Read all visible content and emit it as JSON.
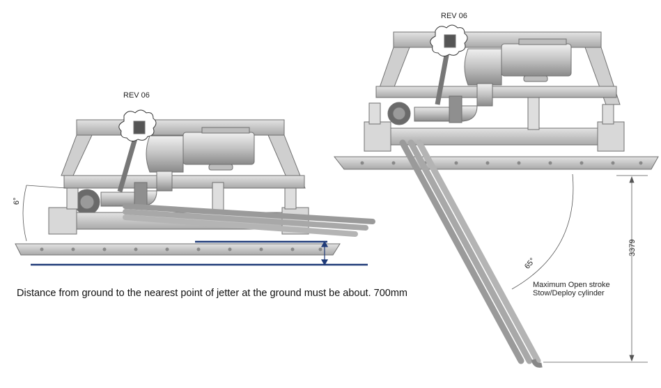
{
  "left_view": {
    "revision_tag": "REV 06",
    "tilt_angle_label": "6°"
  },
  "right_view": {
    "revision_tag": "REV 06",
    "deploy_angle_label": "65°",
    "height_dimension_label": "3379",
    "cylinder_note_line1": "Maximum Open stroke",
    "cylinder_note_line2": "Stow/Deploy cylinder"
  },
  "annotation": {
    "ground_clearance_note": "Distance from ground to the nearest point of jetter at the ground must be about. 700mm"
  },
  "colors": {
    "frame": "#c9c9c9",
    "frame_stroke": "#6f6f6f",
    "ground_line": "#1f3a78"
  }
}
